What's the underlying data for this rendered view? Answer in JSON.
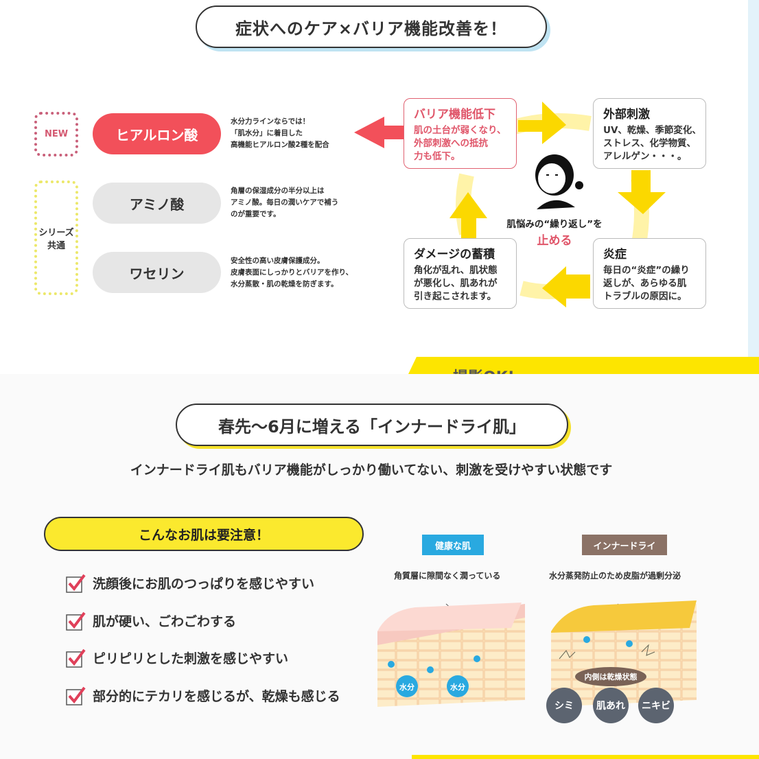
{
  "section1": {
    "title": "症状へのケア×バリア機能改善を！",
    "badges": {
      "new": "NEW",
      "series": "シリーズ\n共通"
    },
    "ingredients": [
      {
        "name": "ヒアルロン酸",
        "desc": "水分力ラインならでは！\n「肌水分」に着目した\n高機能ヒアルロン酸2種を配合"
      },
      {
        "name": "アミノ酸",
        "desc": "角層の保湿成分の半分以上は\nアミノ酸。毎日の潤いケアで補う\nのが重要です。"
      },
      {
        "name": "ワセリン",
        "desc": "安全性の高い皮膚保護成分。\n皮膚表面にしっかりとバリアを作り、\n水分蒸散・肌の乾燥を防ぎます。"
      }
    ],
    "cycle": [
      {
        "title": "バリア機能低下",
        "text": "肌の土台が弱くなり、\n外部刺激への抵抗\n力も低下。"
      },
      {
        "title": "外部刺激",
        "text": "UV、乾燥、季節変化、\nストレス、化学物質、\nアレルゲン・・・。"
      },
      {
        "title": "炎症",
        "text": "毎日の“炎症”の繰り\n返しが、あらゆる肌\nトラブルの原因に。"
      },
      {
        "title": "ダメージの蓄積",
        "text": "角化が乱れ、肌状態\nが悪化し、肌あれが\n引き起こされます。"
      }
    ],
    "center_text": "肌悩みの“繰り返し”を",
    "center_emph": "止める",
    "band_text": "撮影OK!"
  },
  "section2": {
    "title": "春先〜6月に増える「インナードライ肌」",
    "subtitle": "インナードライ肌もバリア機能がしっかり働いてない、刺激を受けやすい状態です",
    "caution": "こんなお肌は要注意！",
    "checklist": [
      "洗顔後にお肌のつっぱりを感じやすい",
      "肌が硬い、ごわごわする",
      "ピリピリとした刺激を感じやすい",
      "部分的にテカリを感じるが、乾燥も感じる"
    ],
    "healthy": {
      "label": "健康な肌",
      "caption": "角質層に隙間なく潤っている",
      "water": "水分"
    },
    "innerdry": {
      "label": "インナードライ",
      "caption": "水分蒸発防止のため皮脂が過剰分泌",
      "inner": "内側は乾燥状態",
      "troubles": [
        "シミ",
        "肌あれ",
        "ニキビ"
      ]
    }
  },
  "colors": {
    "red": "#f2505a",
    "yellow": "#fde500",
    "blue": "#29a9e0",
    "brown": "#8b7266"
  }
}
